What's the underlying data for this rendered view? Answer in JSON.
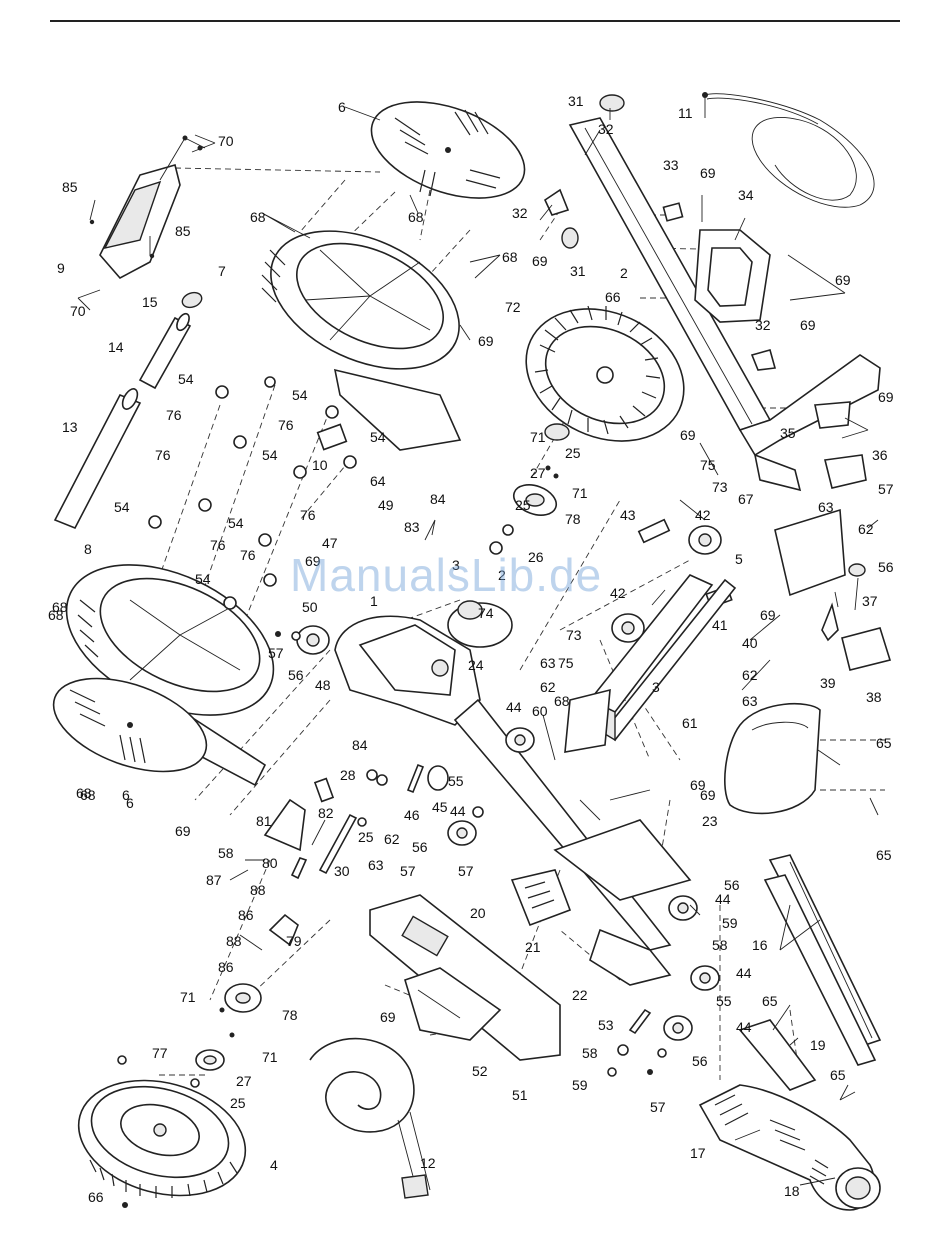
{
  "header": {
    "rule": true
  },
  "watermark": {
    "text": "ManualsLib.de"
  },
  "callouts": [
    {
      "id": "c1",
      "label": "70"
    },
    {
      "id": "c2",
      "label": "85"
    },
    {
      "id": "c3",
      "label": "9"
    },
    {
      "id": "c4",
      "label": "85"
    },
    {
      "id": "c5",
      "label": "70"
    },
    {
      "id": "c6",
      "label": "15"
    },
    {
      "id": "c7",
      "label": "14"
    },
    {
      "id": "c8",
      "label": "13"
    },
    {
      "id": "c9",
      "label": "6"
    },
    {
      "id": "c10",
      "label": "68"
    },
    {
      "id": "c11",
      "label": "7"
    },
    {
      "id": "c12",
      "label": "68"
    },
    {
      "id": "c13",
      "label": "68"
    },
    {
      "id": "c14",
      "label": "69"
    },
    {
      "id": "c15",
      "label": "54"
    },
    {
      "id": "c16",
      "label": "76"
    },
    {
      "id": "c17",
      "label": "54"
    },
    {
      "id": "c18",
      "label": "76"
    },
    {
      "id": "c19",
      "label": "54"
    },
    {
      "id": "c20",
      "label": "10"
    },
    {
      "id": "c21",
      "label": "54"
    },
    {
      "id": "c22",
      "label": "76"
    },
    {
      "id": "c23",
      "label": "54"
    },
    {
      "id": "c24",
      "label": "76"
    },
    {
      "id": "c25",
      "label": "54"
    },
    {
      "id": "c26",
      "label": "76"
    },
    {
      "id": "c27",
      "label": "54"
    },
    {
      "id": "c28",
      "label": "76"
    },
    {
      "id": "c29",
      "label": "64"
    },
    {
      "id": "c30",
      "label": "49"
    },
    {
      "id": "c31",
      "label": "8"
    },
    {
      "id": "c32",
      "label": "68"
    },
    {
      "id": "c33",
      "label": "68"
    },
    {
      "id": "c34",
      "label": "6"
    },
    {
      "id": "c35",
      "label": "69"
    },
    {
      "id": "c36",
      "label": "31"
    },
    {
      "id": "c37",
      "label": "32"
    },
    {
      "id": "c38",
      "label": "32"
    },
    {
      "id": "c39",
      "label": "69"
    },
    {
      "id": "c40",
      "label": "31"
    },
    {
      "id": "c41",
      "label": "11"
    },
    {
      "id": "c42",
      "label": "33"
    },
    {
      "id": "c43",
      "label": "69"
    },
    {
      "id": "c44",
      "label": "2"
    },
    {
      "id": "c45",
      "label": "34"
    },
    {
      "id": "c46",
      "label": "69"
    },
    {
      "id": "c47",
      "label": "72"
    },
    {
      "id": "c48",
      "label": "66"
    },
    {
      "id": "c49",
      "label": "32"
    },
    {
      "id": "c50",
      "label": "69"
    },
    {
      "id": "c51",
      "label": "69"
    },
    {
      "id": "c52",
      "label": "35"
    },
    {
      "id": "c53",
      "label": "69"
    },
    {
      "id": "c54",
      "label": "36"
    },
    {
      "id": "c55",
      "label": "71"
    },
    {
      "id": "c56",
      "label": "25"
    },
    {
      "id": "c57",
      "label": "27"
    },
    {
      "id": "c58",
      "label": "71"
    },
    {
      "id": "c59",
      "label": "78"
    },
    {
      "id": "c60",
      "label": "75"
    },
    {
      "id": "c61",
      "label": "73"
    },
    {
      "id": "c62",
      "label": "42"
    },
    {
      "id": "c63",
      "label": "67"
    },
    {
      "id": "c64",
      "label": "63"
    },
    {
      "id": "c65",
      "label": "57"
    },
    {
      "id": "c66",
      "label": "62"
    },
    {
      "id": "c67",
      "label": "56"
    },
    {
      "id": "c68",
      "label": "37"
    },
    {
      "id": "c69",
      "label": "5"
    },
    {
      "id": "c70",
      "label": "43"
    },
    {
      "id": "c71",
      "label": "25"
    },
    {
      "id": "c72",
      "label": "26"
    },
    {
      "id": "c73",
      "label": "2"
    },
    {
      "id": "c74",
      "label": "74"
    },
    {
      "id": "c75",
      "label": "3"
    },
    {
      "id": "c76",
      "label": "83"
    },
    {
      "id": "c77",
      "label": "84"
    },
    {
      "id": "c78",
      "label": "69"
    },
    {
      "id": "c79",
      "label": "47"
    },
    {
      "id": "c80",
      "label": "50"
    },
    {
      "id": "c81",
      "label": "1"
    },
    {
      "id": "c82",
      "label": "42"
    },
    {
      "id": "c83",
      "label": "41"
    },
    {
      "id": "c84",
      "label": "69"
    },
    {
      "id": "c85",
      "label": "40"
    },
    {
      "id": "c86",
      "label": "39"
    },
    {
      "id": "c87",
      "label": "38"
    },
    {
      "id": "c88",
      "label": "73"
    },
    {
      "id": "c89",
      "label": "75"
    },
    {
      "id": "c90",
      "label": "62"
    },
    {
      "id": "c91",
      "label": "63"
    },
    {
      "id": "c92",
      "label": "57"
    },
    {
      "id": "c93",
      "label": "56"
    },
    {
      "id": "c94",
      "label": "48"
    },
    {
      "id": "c95",
      "label": "24"
    },
    {
      "id": "c96",
      "label": "63"
    },
    {
      "id": "c97",
      "label": "62"
    },
    {
      "id": "c98",
      "label": "3"
    },
    {
      "id": "c99",
      "label": "44"
    },
    {
      "id": "c100",
      "label": "60"
    },
    {
      "id": "c101",
      "label": "68"
    },
    {
      "id": "c102",
      "label": "61"
    },
    {
      "id": "c103",
      "label": "65"
    },
    {
      "id": "c104",
      "label": "23"
    },
    {
      "id": "c105",
      "label": "65"
    },
    {
      "id": "c106",
      "label": "68"
    },
    {
      "id": "c107",
      "label": "68"
    },
    {
      "id": "c108",
      "label": "6"
    },
    {
      "id": "c109",
      "label": "69"
    },
    {
      "id": "c110",
      "label": "84"
    },
    {
      "id": "c111",
      "label": "28"
    },
    {
      "id": "c112",
      "label": "82"
    },
    {
      "id": "c113",
      "label": "25"
    },
    {
      "id": "c114",
      "label": "46"
    },
    {
      "id": "c115",
      "label": "45"
    },
    {
      "id": "c116",
      "label": "55"
    },
    {
      "id": "c117",
      "label": "62"
    },
    {
      "id": "c118",
      "label": "63"
    },
    {
      "id": "c119",
      "label": "44"
    },
    {
      "id": "c120",
      "label": "69"
    },
    {
      "id": "c121",
      "label": "81"
    },
    {
      "id": "c122",
      "label": "58"
    },
    {
      "id": "c123",
      "label": "87"
    },
    {
      "id": "c124",
      "label": "80"
    },
    {
      "id": "c125",
      "label": "88"
    },
    {
      "id": "c126",
      "label": "86"
    },
    {
      "id": "c127",
      "label": "30"
    },
    {
      "id": "c128",
      "label": "56"
    },
    {
      "id": "c129",
      "label": "57"
    },
    {
      "id": "c130",
      "label": "57"
    },
    {
      "id": "c131",
      "label": "56"
    },
    {
      "id": "c132",
      "label": "20"
    },
    {
      "id": "c133",
      "label": "44"
    },
    {
      "id": "c134",
      "label": "59"
    },
    {
      "id": "c135",
      "label": "79"
    },
    {
      "id": "c136",
      "label": "88"
    },
    {
      "id": "c137",
      "label": "86"
    },
    {
      "id": "c138",
      "label": "21"
    },
    {
      "id": "c139",
      "label": "58"
    },
    {
      "id": "c140",
      "label": "22"
    },
    {
      "id": "c141",
      "label": "44"
    },
    {
      "id": "c142",
      "label": "16"
    },
    {
      "id": "c143",
      "label": "71"
    },
    {
      "id": "c144",
      "label": "78"
    },
    {
      "id": "c145",
      "label": "77"
    },
    {
      "id": "c146",
      "label": "71"
    },
    {
      "id": "c147",
      "label": "27"
    },
    {
      "id": "c148",
      "label": "25"
    },
    {
      "id": "c149",
      "label": "69"
    },
    {
      "id": "c150",
      "label": "53"
    },
    {
      "id": "c151",
      "label": "55"
    },
    {
      "id": "c152",
      "label": "44"
    },
    {
      "id": "c153",
      "label": "65"
    },
    {
      "id": "c154",
      "label": "19"
    },
    {
      "id": "c155",
      "label": "52"
    },
    {
      "id": "c156",
      "label": "58"
    },
    {
      "id": "c157",
      "label": "56"
    },
    {
      "id": "c158",
      "label": "59"
    },
    {
      "id": "c159",
      "label": "51"
    },
    {
      "id": "c160",
      "label": "57"
    },
    {
      "id": "c161",
      "label": "65"
    },
    {
      "id": "c162",
      "label": "4"
    },
    {
      "id": "c163",
      "label": "17"
    },
    {
      "id": "c164",
      "label": "12"
    },
    {
      "id": "c165",
      "label": "66"
    },
    {
      "id": "c166",
      "label": "18"
    }
  ]
}
